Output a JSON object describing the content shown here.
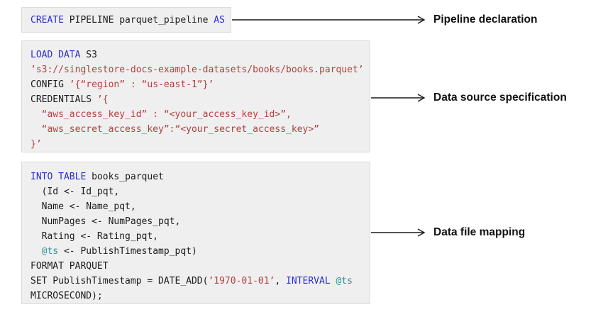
{
  "palette": {
    "box_background": "#efefef",
    "box_border": "#dbdbdb",
    "code_text": "#1c1c1c",
    "keyword": "#2b2bd7",
    "string": "#b0413e",
    "variable": "#2f8f99",
    "arrow": "#1a1a1a",
    "label_text": "#111111"
  },
  "blocks": [
    {
      "name": "pipeline-declaration",
      "annotation": "Pipeline declaration",
      "lines": [
        [
          {
            "t": "CREATE",
            "c": "kw"
          },
          {
            "t": " PIPELINE parquet_pipeline ",
            "c": "pl"
          },
          {
            "t": "AS",
            "c": "kw"
          }
        ]
      ]
    },
    {
      "name": "data-source-specification",
      "annotation": "Data source specification",
      "lines": [
        [
          {
            "t": "LOAD DATA",
            "c": "kw"
          },
          {
            "t": " S3",
            "c": "pl"
          }
        ],
        [
          {
            "t": "’s3://singlestore-docs-example-datasets/books/books.parquet’",
            "c": "str"
          }
        ],
        [
          {
            "t": "CONFIG ",
            "c": "pl"
          },
          {
            "t": "’{“region” : “us-east-1”}’",
            "c": "str"
          }
        ],
        [
          {
            "t": "CREDENTIALS ",
            "c": "pl"
          },
          {
            "t": "’{",
            "c": "str"
          }
        ],
        [
          {
            "t": "  “aws_access_key_id” : “<your_access_key_id>”,",
            "c": "str"
          }
        ],
        [
          {
            "t": "  “aws_secret_access_key”:“<your_secret_access_key>”",
            "c": "str"
          }
        ],
        [
          {
            "t": "}’",
            "c": "str"
          }
        ]
      ]
    },
    {
      "name": "data-file-mapping",
      "annotation": "Data file mapping",
      "lines": [
        [
          {
            "t": "INTO TABLE",
            "c": "kw"
          },
          {
            "t": " books_parquet",
            "c": "pl"
          }
        ],
        [
          {
            "t": "  (Id <- Id_pqt,",
            "c": "pl"
          }
        ],
        [
          {
            "t": "  Name <- Name_pqt,",
            "c": "pl"
          }
        ],
        [
          {
            "t": "  NumPages <- NumPages_pqt,",
            "c": "pl"
          }
        ],
        [
          {
            "t": "  Rating <- Rating_pqt,",
            "c": "pl"
          }
        ],
        [
          {
            "t": "  ",
            "c": "pl"
          },
          {
            "t": "@ts",
            "c": "var"
          },
          {
            "t": " <- PublishTimestamp_pqt)",
            "c": "pl"
          }
        ],
        [
          {
            "t": "FORMAT PARQUET",
            "c": "pl"
          }
        ],
        [
          {
            "t": "SET PublishTimestamp = DATE_ADD(",
            "c": "pl"
          },
          {
            "t": "’1970-01-01’",
            "c": "str"
          },
          {
            "t": ", ",
            "c": "pl"
          },
          {
            "t": "INTERVAL",
            "c": "kw"
          },
          {
            "t": " ",
            "c": "pl"
          },
          {
            "t": "@ts",
            "c": "var"
          }
        ],
        [
          {
            "t": "MICROSECOND);",
            "c": "pl"
          }
        ]
      ]
    }
  ]
}
